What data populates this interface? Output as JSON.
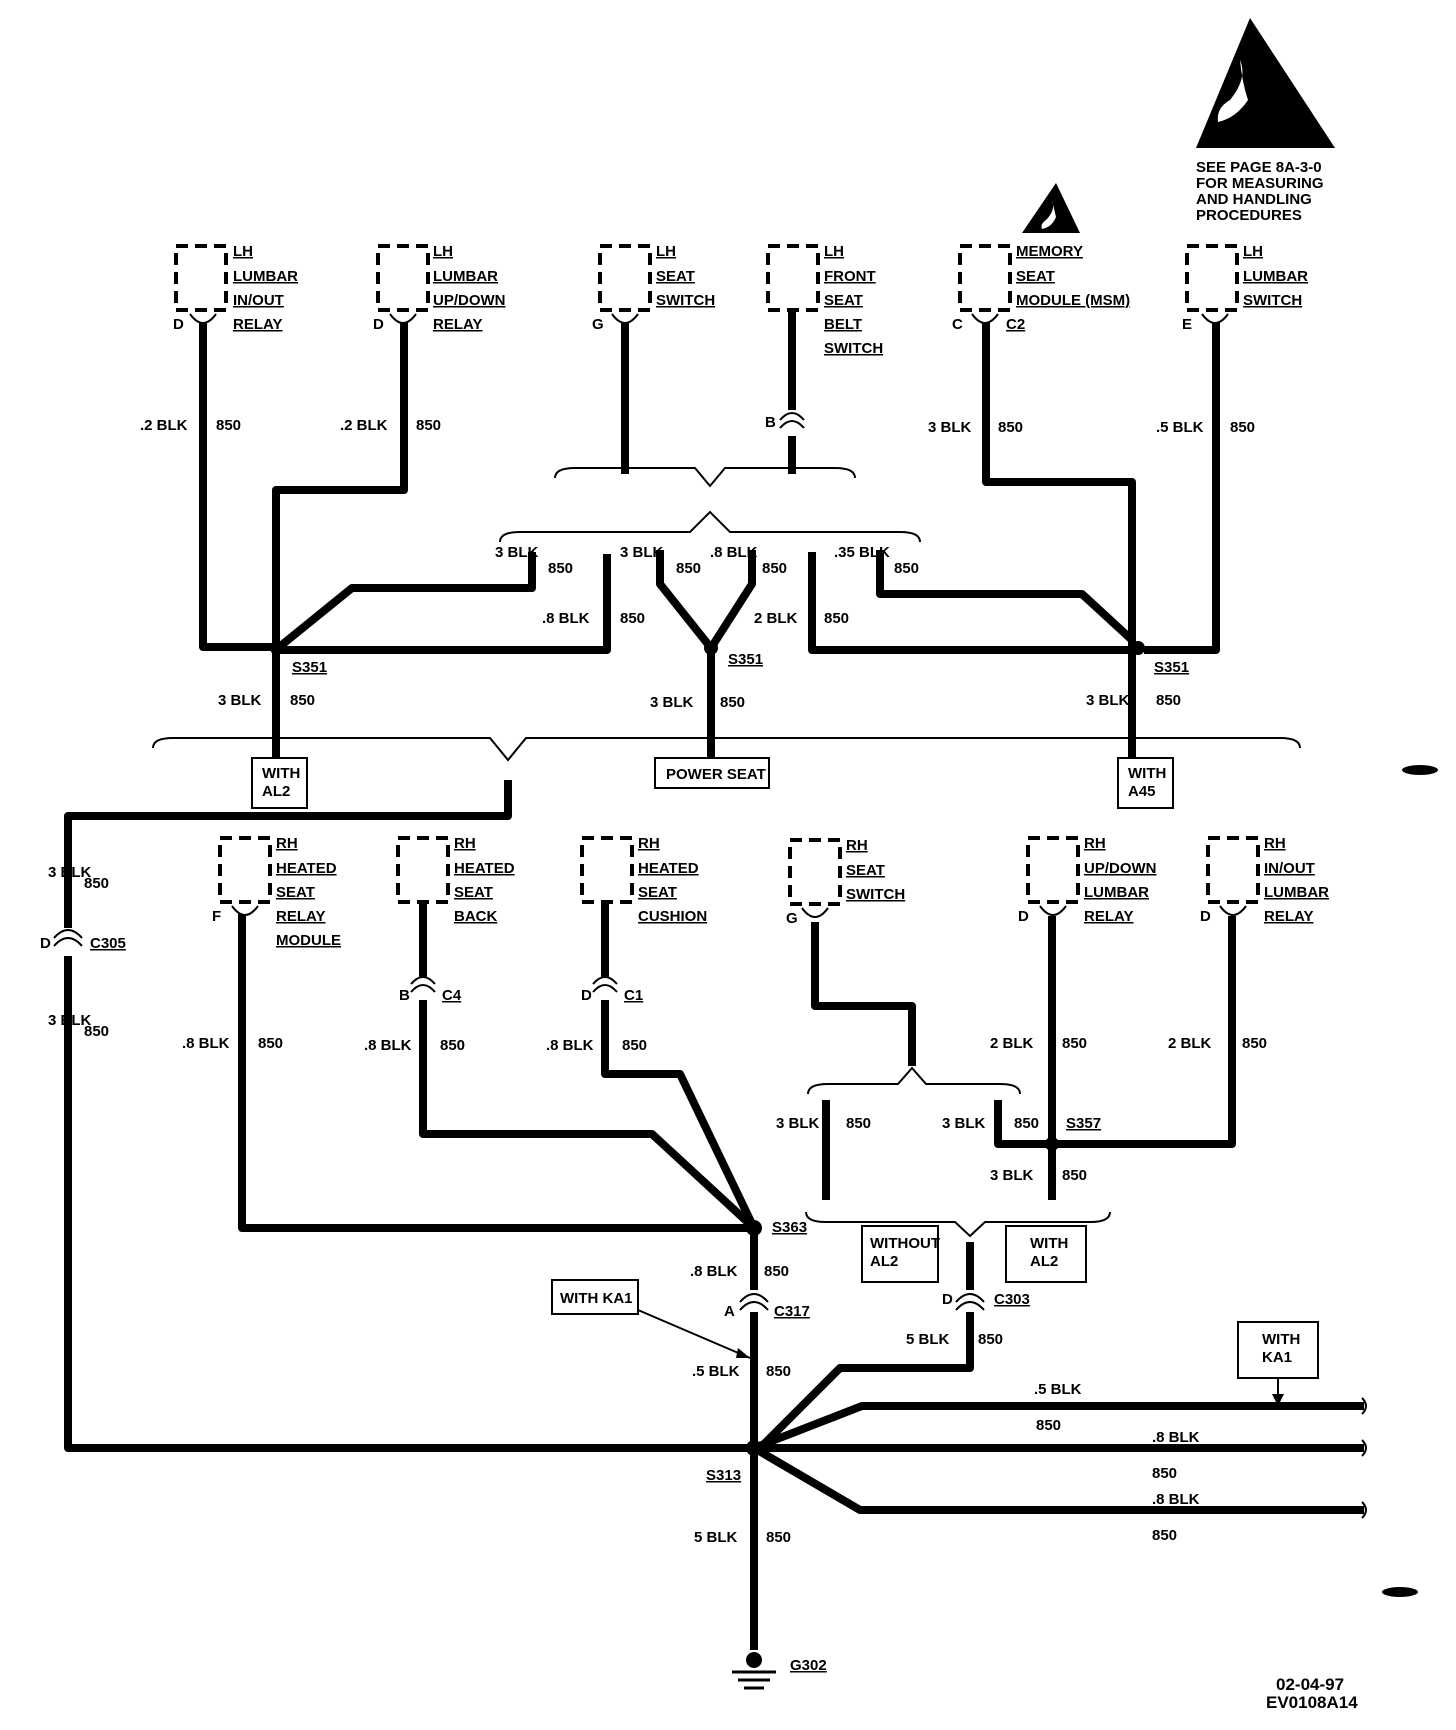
{
  "esd_note": [
    "SEE PAGE 8A-3-0",
    "FOR MEASURING",
    "AND HANDLING",
    "PROCEDURES"
  ],
  "components": [
    {
      "lines": [
        "LH",
        "LUMBAR",
        "IN/OUT",
        "RELAY"
      ],
      "pin": "D"
    },
    {
      "lines": [
        "LH",
        "LUMBAR",
        "UP/DOWN",
        "RELAY"
      ],
      "pin": "D"
    },
    {
      "lines": [
        "LH",
        "SEAT",
        "SWITCH"
      ],
      "pin": "G"
    },
    {
      "lines": [
        "LH",
        "FRONT",
        "SEAT",
        "BELT",
        "SWITCH"
      ],
      "pin": ""
    },
    {
      "lines": [
        "MEMORY",
        "SEAT",
        "MODULE (MSM)"
      ],
      "pin": "C",
      "connector": "C2"
    },
    {
      "lines": [
        "LH",
        "LUMBAR",
        "SWITCH"
      ],
      "pin": "E"
    },
    {
      "lines": [
        "RH",
        "HEATED",
        "SEAT",
        "RELAY",
        "MODULE"
      ],
      "pin": "F"
    },
    {
      "lines": [
        "RH",
        "HEATED",
        "SEAT",
        "BACK"
      ],
      "pin": "B",
      "connector": "C4"
    },
    {
      "lines": [
        "RH",
        "HEATED",
        "SEAT",
        "CUSHION"
      ],
      "pin": "D",
      "connector": "C1"
    },
    {
      "lines": [
        "RH",
        "SEAT",
        "SWITCH"
      ],
      "pin": "G"
    },
    {
      "lines": [
        "RH",
        "UP/DOWN",
        "LUMBAR",
        "RELAY"
      ],
      "pin": "D"
    },
    {
      "lines": [
        "RH",
        "IN/OUT",
        "LUMBAR",
        "RELAY"
      ],
      "pin": "D"
    }
  ],
  "belt_switch_pin": "B",
  "wire_labels": [
    {
      "gauge": ".2 BLK",
      "circuit": "850"
    },
    {
      "gauge": ".2 BLK",
      "circuit": "850"
    },
    {
      "gauge": "3 BLK",
      "circuit": "850"
    },
    {
      "gauge": ".5 BLK",
      "circuit": "850"
    },
    {
      "gauge": "3 BLK",
      "circuit": "850"
    },
    {
      "gauge": "3 BLK",
      "circuit": "850"
    },
    {
      "gauge": ".8 BLK",
      "circuit": "850"
    },
    {
      "gauge": ".35 BLK",
      "circuit": "850"
    },
    {
      "gauge": ".8 BLK",
      "circuit": "850"
    },
    {
      "gauge": "2 BLK",
      "circuit": "850"
    },
    {
      "gauge": "3 BLK",
      "circuit": "850"
    },
    {
      "gauge": "3 BLK",
      "circuit": "850"
    },
    {
      "gauge": "3 BLK",
      "circuit": "850"
    },
    {
      "gauge": "3 BLK",
      "circuit": "850"
    },
    {
      "gauge": "3 BLK",
      "circuit": "850"
    },
    {
      "gauge": ".8 BLK",
      "circuit": "850"
    },
    {
      "gauge": ".8 BLK",
      "circuit": "850"
    },
    {
      "gauge": ".8 BLK",
      "circuit": "850"
    },
    {
      "gauge": "2 BLK",
      "circuit": "850"
    },
    {
      "gauge": "2 BLK",
      "circuit": "850"
    },
    {
      "gauge": "3 BLK",
      "circuit": "850"
    },
    {
      "gauge": "3 BLK",
      "circuit": "850"
    },
    {
      "gauge": "3 BLK",
      "circuit": "850"
    },
    {
      "gauge": ".8 BLK",
      "circuit": "850"
    },
    {
      "gauge": ".5 BLK",
      "circuit": "850"
    },
    {
      "gauge": "5 BLK",
      "circuit": "850"
    },
    {
      "gauge": ".5 BLK",
      "circuit": "850"
    },
    {
      "gauge": ".8 BLK",
      "circuit": "850"
    },
    {
      "gauge": ".8 BLK",
      "circuit": "850"
    },
    {
      "gauge": "5 BLK",
      "circuit": "850"
    }
  ],
  "splices": [
    "S351",
    "S351",
    "S351",
    "S357",
    "S363",
    "S313"
  ],
  "connectors": [
    {
      "pin": "D",
      "name": "C305"
    },
    {
      "pin": "A",
      "name": "C317"
    },
    {
      "pin": "D",
      "name": "C303"
    }
  ],
  "ground": "G302",
  "option_boxes": [
    {
      "lines": [
        "WITH",
        "AL2"
      ]
    },
    {
      "lines": [
        "POWER SEAT"
      ]
    },
    {
      "lines": [
        "WITH",
        "A45"
      ]
    },
    {
      "lines": [
        "WITHOUT",
        "AL2"
      ]
    },
    {
      "lines": [
        "WITH",
        "AL2"
      ]
    },
    {
      "lines": [
        "WITH KA1"
      ]
    },
    {
      "lines": [
        "WITH",
        "KA1"
      ]
    }
  ],
  "doc_date": "02-04-97",
  "doc_id": "EV0108A14"
}
